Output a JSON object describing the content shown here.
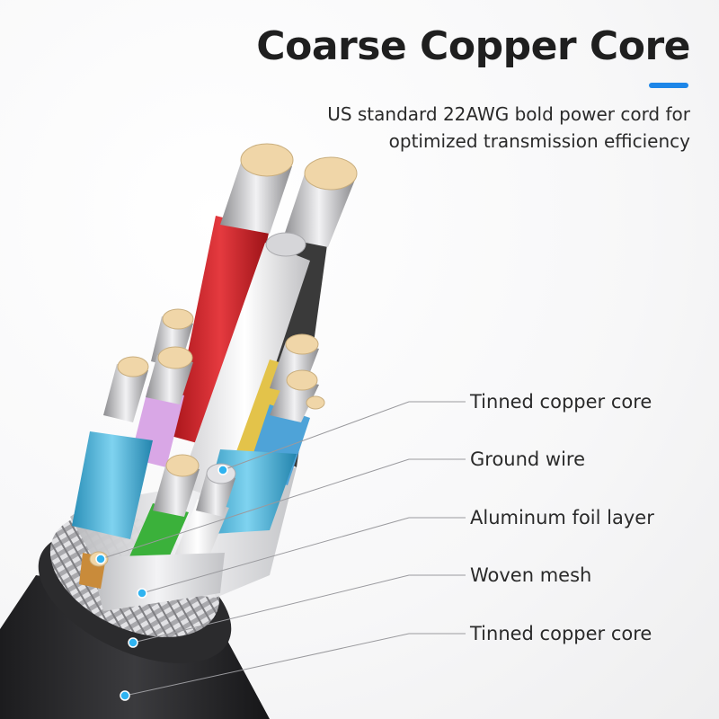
{
  "header": {
    "title": "Coarse Copper Core",
    "subtitle_line1": "US standard 22AWG bold power cord for",
    "subtitle_line2": "optimized transmission efficiency",
    "accent_color": "#1d86e8"
  },
  "callouts": [
    {
      "label": "Tinned copper core"
    },
    {
      "label": "Ground wire"
    },
    {
      "label": "Aluminum foil layer"
    },
    {
      "label": "Woven mesh"
    },
    {
      "label": "Tinned copper core"
    }
  ],
  "colors": {
    "outer_jacket": "#2b2b2d",
    "mesh": "#c9c9cb",
    "foil": "#dcdde0",
    "red_wire": "#d9232a",
    "white_wire": "#eeeeee",
    "black_wire": "#3a3a3a",
    "purple_wire": "#d9a7e6",
    "cyan_pair": "#4fb5de",
    "green_wire": "#3bb13b",
    "yellow_wire": "#e3c34a",
    "blue_wire": "#4ea3d8",
    "marker": "#2fb3f0",
    "copper": "#f0d6a8"
  }
}
